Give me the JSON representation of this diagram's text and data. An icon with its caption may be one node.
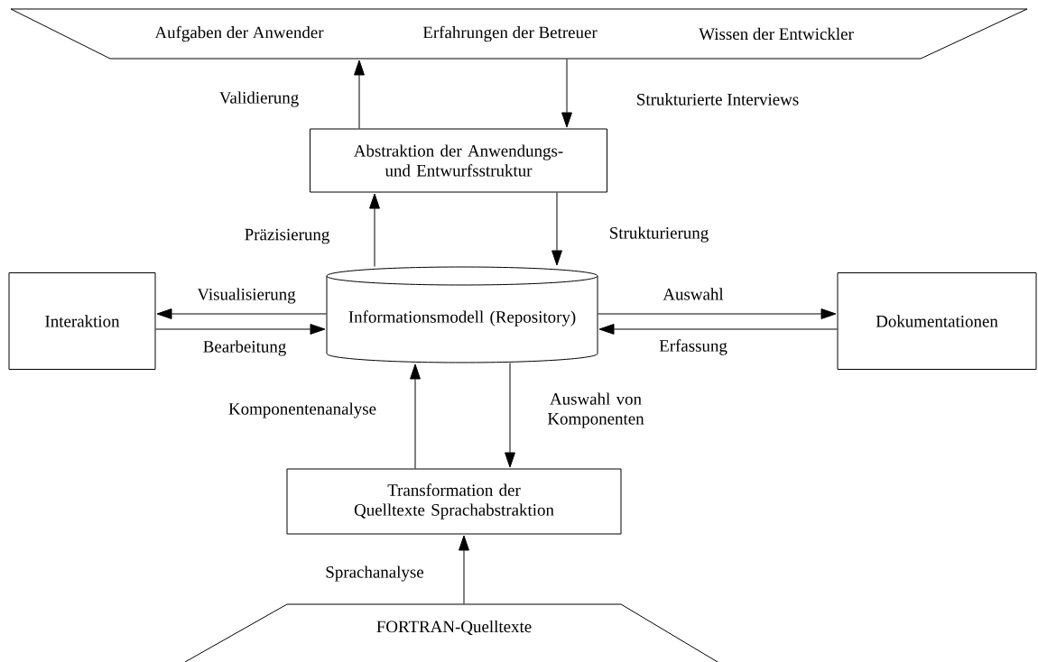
{
  "diagram": {
    "nodes": [
      {
        "text": [
          "Aufgaben der Anwender",
          "Erfahrungen der Betreuer",
          "Wissen der Entwickler"
        ]
      },
      {
        "text": [
          "Abstraktion der Anwendungs- und Entwurfsstruktur"
        ]
      },
      {
        "text": [
          "Informationsmodell (Repository)"
        ]
      },
      {
        "text": [
          "Interaktion"
        ]
      },
      {
        "text": [
          "Dokumentationen"
        ]
      },
      {
        "text": [
          "Transformation der Quelltexte Sprachabstraktion"
        ]
      },
      {
        "text": [
          "FORTRAN-Quelltexte"
        ]
      }
    ],
    "edges": [
      {
        "from": 1,
        "to": 0,
        "arrow": "to",
        "label": "Validierung"
      },
      {
        "from": 0,
        "to": 1,
        "arrow": "to",
        "label": "Strukturierte Interviews"
      },
      {
        "from": 2,
        "to": 1,
        "arrow": "to",
        "label": "Präzisierung"
      },
      {
        "from": 1,
        "to": 2,
        "arrow": "to",
        "label": "Strukturierung"
      },
      {
        "from": 2,
        "to": 3,
        "arrow": "to",
        "label": "Visualisierung"
      },
      {
        "from": 3,
        "to": 2,
        "arrow": "to",
        "label": "Bearbeitung"
      },
      {
        "from": 2,
        "to": 4,
        "arrow": "to",
        "label": "Auswahl"
      },
      {
        "from": 4,
        "to": 2,
        "arrow": "to",
        "label": "Erfassung"
      },
      {
        "from": 5,
        "to": 2,
        "arrow": "to",
        "label": "Komponentenanalyse"
      },
      {
        "from": 2,
        "to": 5,
        "arrow": "to",
        "label": "Auswahl von Komponenten"
      },
      {
        "from": 6,
        "to": 5,
        "arrow": "to",
        "label": "Sprachanalyse"
      }
    ]
  }
}
